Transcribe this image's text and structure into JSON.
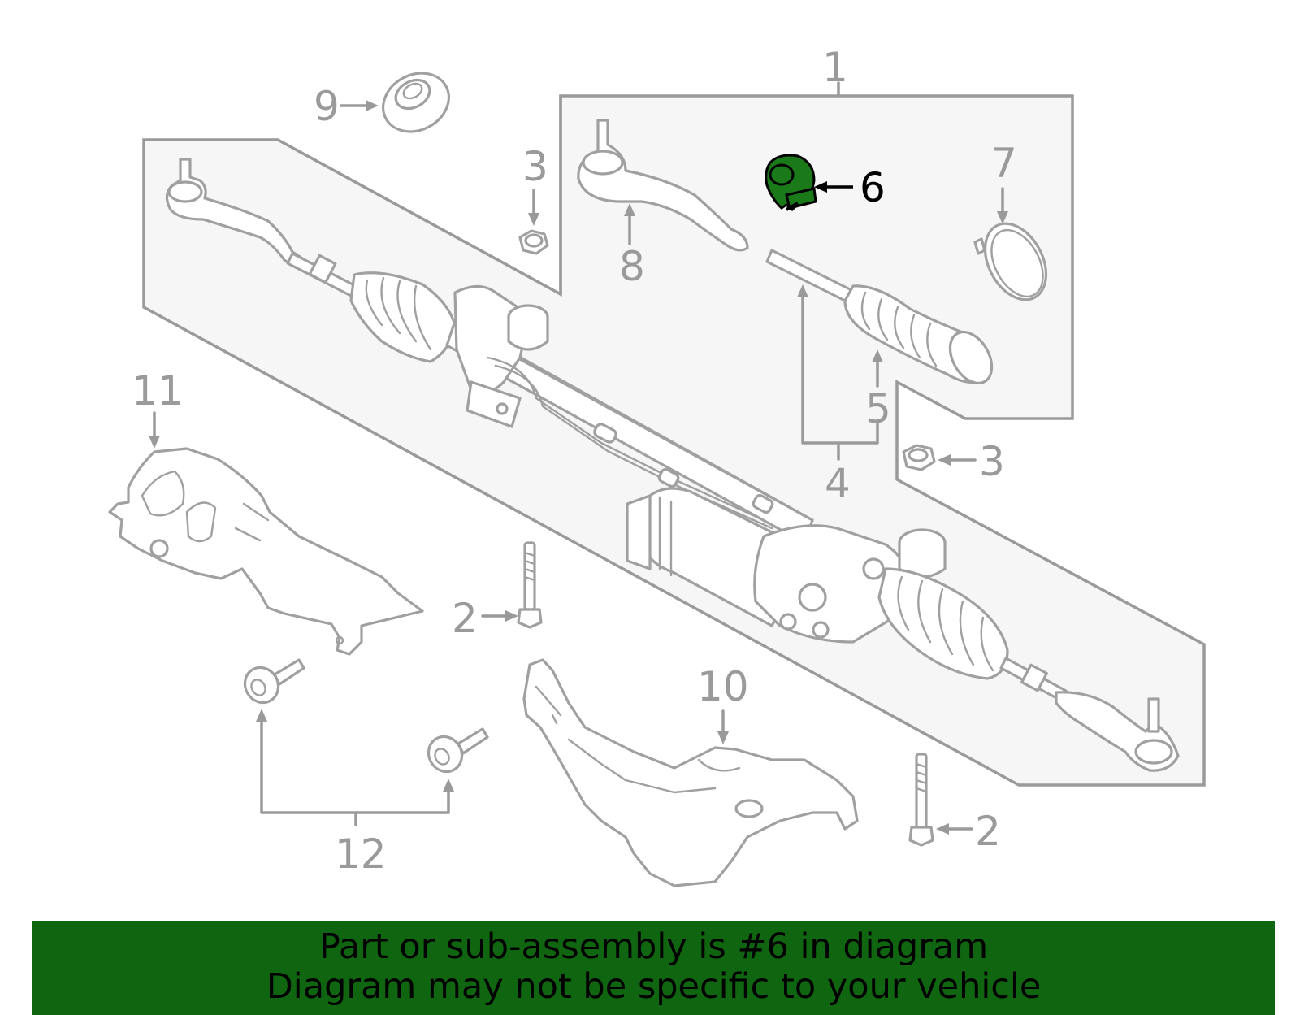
{
  "callouts": {
    "c1": "1",
    "c2a": "2",
    "c2b": "2",
    "c3a": "3",
    "c3b": "3",
    "c4": "4",
    "c5": "5",
    "c6": "6",
    "c7": "7",
    "c8": "8",
    "c9": "9",
    "c10": "10",
    "c11": "11",
    "c12": "12"
  },
  "highlight": {
    "part": "6",
    "color": "#1a7a1a"
  },
  "banner": {
    "line1": "Part or sub-assembly is #6 in diagram",
    "line2": "Diagram may not be specific to your vehicle",
    "background": "#106510"
  }
}
